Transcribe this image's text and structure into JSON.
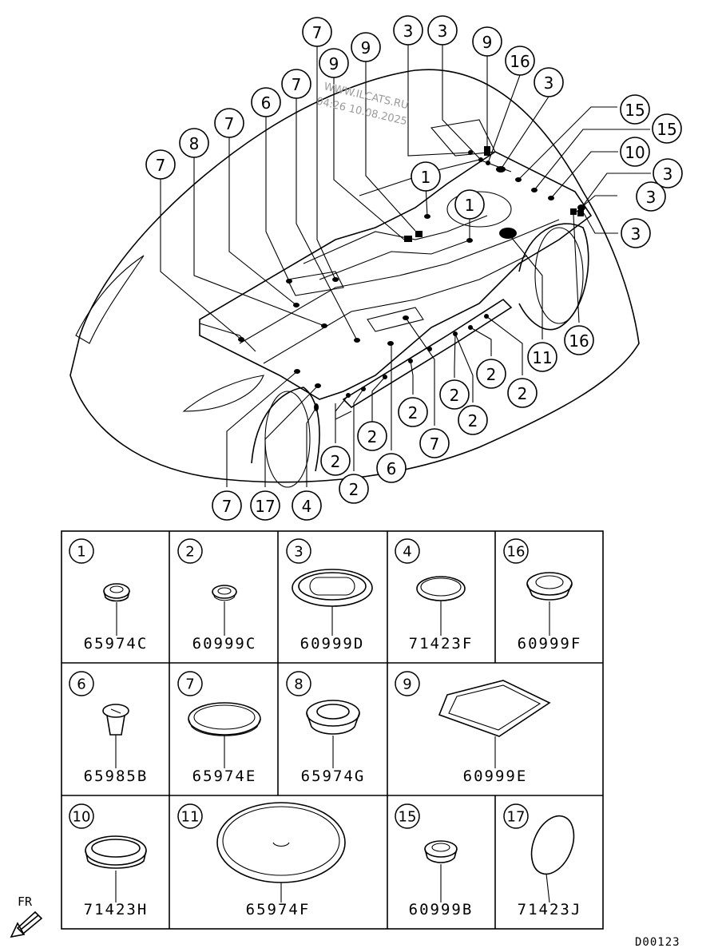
{
  "watermark": {
    "site": "WWW.ILCATS.RU",
    "stamp": "04:26 10.08.2025"
  },
  "diagram_code": "D00123",
  "direction_label": "FR",
  "callouts": [
    {
      "label": "7"
    },
    {
      "label": "9"
    },
    {
      "label": "3"
    },
    {
      "label": "3"
    },
    {
      "label": "9"
    },
    {
      "label": "16"
    },
    {
      "label": "3"
    },
    {
      "label": "9"
    },
    {
      "label": "7"
    },
    {
      "label": "6"
    },
    {
      "label": "7"
    },
    {
      "label": "8"
    },
    {
      "label": "7"
    },
    {
      "label": "15"
    },
    {
      "label": "15"
    },
    {
      "label": "10"
    },
    {
      "label": "3"
    },
    {
      "label": "3"
    },
    {
      "label": "3"
    },
    {
      "label": "1"
    },
    {
      "label": "1"
    },
    {
      "label": "16"
    },
    {
      "label": "11"
    },
    {
      "label": "2"
    },
    {
      "label": "2"
    },
    {
      "label": "2"
    },
    {
      "label": "2"
    },
    {
      "label": "2"
    },
    {
      "label": "2"
    },
    {
      "label": "7"
    },
    {
      "label": "2"
    },
    {
      "label": "6"
    },
    {
      "label": "2"
    },
    {
      "label": "2"
    },
    {
      "label": "7"
    },
    {
      "label": "17"
    },
    {
      "label": "4"
    }
  ],
  "parts": [
    {
      "num": "1",
      "part_no": "65974C"
    },
    {
      "num": "2",
      "part_no": "60999C"
    },
    {
      "num": "3",
      "part_no": "60999D"
    },
    {
      "num": "4",
      "part_no": "71423F"
    },
    {
      "num": "16",
      "part_no": "60999F"
    },
    {
      "num": "6",
      "part_no": "65985B"
    },
    {
      "num": "7",
      "part_no": "65974E"
    },
    {
      "num": "8",
      "part_no": "65974G"
    },
    {
      "num": "9",
      "part_no": "60999E"
    },
    {
      "num": "10",
      "part_no": "71423H"
    },
    {
      "num": "11",
      "part_no": "65974F"
    },
    {
      "num": "15",
      "part_no": "60999B"
    },
    {
      "num": "17",
      "part_no": "71423J"
    }
  ]
}
